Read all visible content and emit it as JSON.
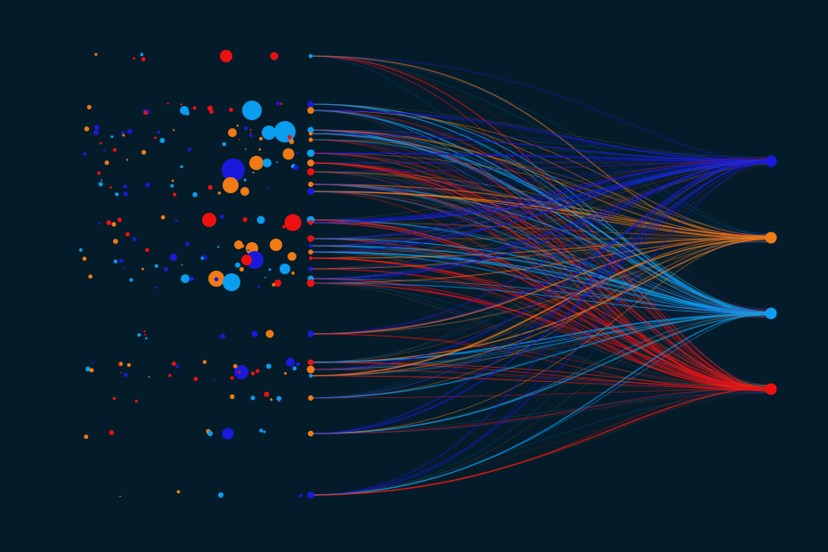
{
  "palette": {
    "background": "#041c2a",
    "blue": "#1a1adc",
    "orange": "#f07a14",
    "light_blue": "#0a9ef0",
    "red": "#ee1010"
  },
  "targets": [
    {
      "name": "blue-hub",
      "color": "blue"
    },
    {
      "name": "orange-hub",
      "color": "orange"
    },
    {
      "name": "light-blue-hub",
      "color": "light_blue"
    },
    {
      "name": "red-hub",
      "color": "red"
    }
  ]
}
